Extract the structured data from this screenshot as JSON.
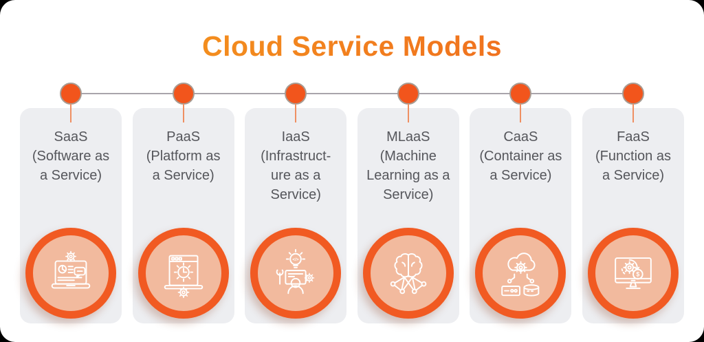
{
  "title": "Cloud Service Models",
  "colors": {
    "title_grad_start": "#F5A01E",
    "title_grad_end": "#EE5F1E",
    "card_bg": "#EDEEF1",
    "card_text": "#55565B",
    "timeline_line": "#A8A4AB",
    "node_fill": "#F2551C",
    "node_border": "#A89C93",
    "tick": "#EF8F62",
    "ring_border": "#F15A22",
    "ring_bg": "#F2BA9E",
    "icon_stroke": "#FFFFFF"
  },
  "cards": [
    {
      "title": "SaaS",
      "subtitle": "(Software as\na Service)",
      "icon": "saas-laptop-analytics-icon"
    },
    {
      "title": "PaaS",
      "subtitle": "(Platform as\na Service)",
      "icon": "paas-browser-settings-icon"
    },
    {
      "title": "IaaS",
      "subtitle": "(Infrastruct-\nure as a\nService)",
      "icon": "iaas-developer-infrastructure-icon"
    },
    {
      "title": "MLaaS",
      "subtitle": "(Machine\nLearning as a\nService)",
      "icon": "mlaas-brain-network-icon"
    },
    {
      "title": "CaaS",
      "subtitle": "(Container as\na Service)",
      "icon": "caas-cloud-container-icon"
    },
    {
      "title": "FaaS",
      "subtitle": "(Function as\na Service)",
      "icon": "faas-function-monitor-icon"
    }
  ]
}
